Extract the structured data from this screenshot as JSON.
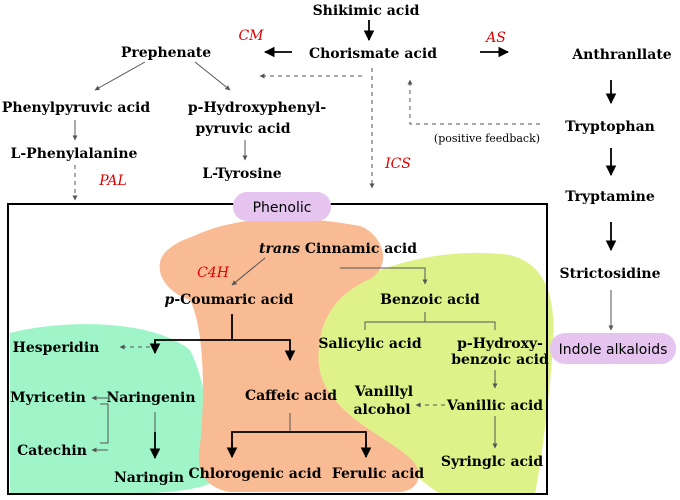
{
  "nodes": {
    "shikimic": "Shikimic acid",
    "chorismate": "Chorismate acid",
    "prephenate": "Prephenate",
    "anthranilate": "Anthranllate",
    "phenylpyruvic": "Phenylpyruvic acid",
    "hydroxyphenyl_1": "p-Hydroxyphenyl-",
    "hydroxyphenyl_2": "pyruvic acid",
    "phenylalanine": "L-Phenylalanine",
    "tyrosine": "L-Tyrosine",
    "tryptophan": "Tryptophan",
    "tryptamine": "Tryptamine",
    "strictosidine": "Strictosidine",
    "cinnamic_italic": "trans",
    "cinnamic_rest": " Cinnamic acid",
    "coumaric_italic": "p",
    "coumaric_rest": "-Coumaric acid",
    "benzoic": "Benzoic acid",
    "salicylic": "Salicylic acid",
    "hydroxybenzoic_1": "p-Hydroxy-",
    "hydroxybenzoic_2": "benzoic acid",
    "hesperidin": "Hesperidin",
    "myricetin": "Myricetin",
    "naringenin": "Naringenin",
    "catechin": "Catechin",
    "naringin": "Naringin",
    "caffeic": "Caffeic acid",
    "vanillyl_1": "Vanillyl",
    "vanillyl_2": "alcohol",
    "vanillic": "Vanillic acid",
    "syringic": "Syringlc acid",
    "chlorogenic": "Chlorogenic acid",
    "ferulic": "Ferulic acid"
  },
  "enzymes": {
    "cm": "CM",
    "as": "AS",
    "pal": "PAL",
    "ics": "ICS",
    "c4h": "C4H"
  },
  "labels": {
    "feedback": "(positive feedback)",
    "phenolic": "Phenolic",
    "indole": "Indole alkaloids"
  },
  "colors": {
    "orange_region": "#f8bb93",
    "green_region": "#9ff5c8",
    "yellow_region": "#dff28a",
    "pill": "#e5c5f0",
    "enzyme": "#e00000"
  }
}
